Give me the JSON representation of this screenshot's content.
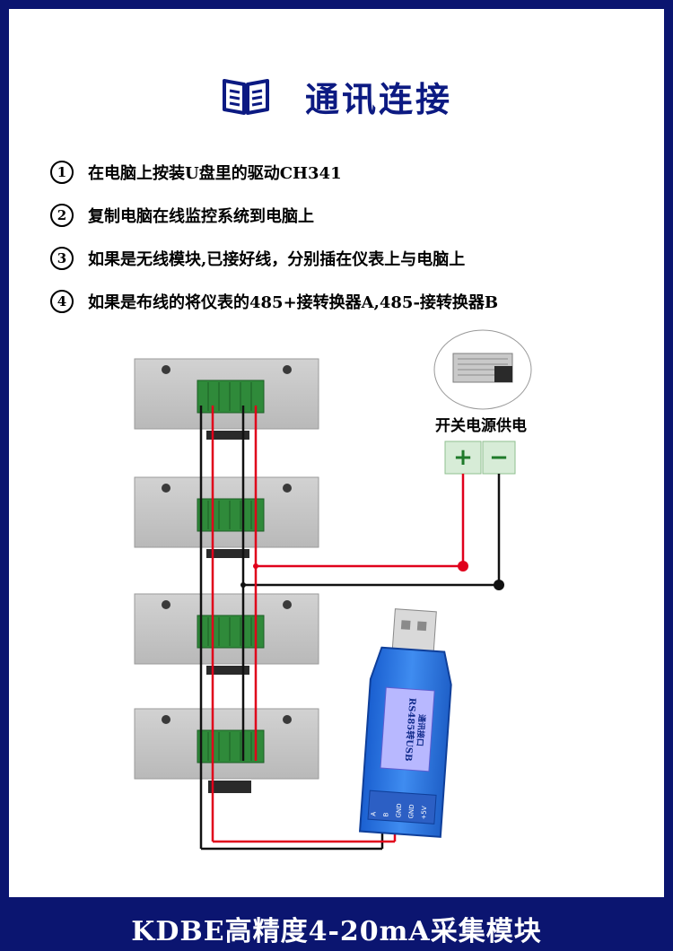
{
  "title": "通讯连接",
  "steps": [
    {
      "num": "1",
      "text": "在电脑上按装U盘里的驱动CH341"
    },
    {
      "num": "2",
      "text": "复制电脑在线监控系统到电脑上"
    },
    {
      "num": "3",
      "text": "如果是无线模块,已接好线，分别插在仪表上与电脑上"
    },
    {
      "num": "4",
      "text": "如果是布线的将仪表的485+接转换器A,485-接转换器B"
    }
  ],
  "power": {
    "label": "开关电源供电",
    "plus": "+",
    "minus": "−"
  },
  "usb": {
    "line1": "RS485转USB",
    "line2": "通讯接口",
    "pins": [
      "A",
      "B",
      "GND",
      "GND",
      "+5V"
    ]
  },
  "footer": "KDBE高精度4-20mA采集模块",
  "colors": {
    "border": "#0b1570",
    "title": "#0c1a82",
    "wire_red": "#e0001b",
    "wire_black": "#111111",
    "terminal_green": "#2f8a3a"
  },
  "instrument_count": 4,
  "icons": [
    "book-icon",
    "power-supply-icon",
    "usb-adapter-icon"
  ]
}
